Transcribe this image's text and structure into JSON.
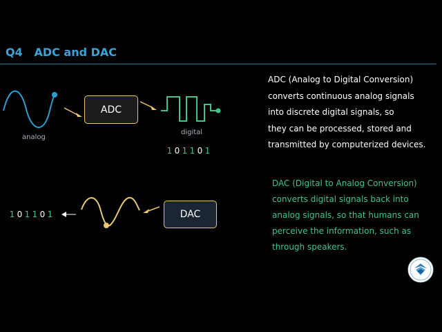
{
  "slide": {
    "title": "Q4   ADC and DAC",
    "colors": {
      "accent": "#3ba3d8",
      "box_border": "#e9c874",
      "green": "#3dc78a",
      "analog_wave": "#2e9fd3",
      "dac_wave": "#e9c874"
    }
  },
  "adc_diagram": {
    "box_label": "ADC",
    "analog_label": "analog",
    "digital_label": "digital",
    "bits": [
      "1",
      "0",
      "1",
      "1",
      "0",
      "1"
    ]
  },
  "dac_diagram": {
    "box_label": "DAC",
    "bits": [
      "1",
      "0",
      "1",
      "1",
      "0",
      "1"
    ]
  },
  "adc_text": [
    "ADC (Analog to Digital Conversion)",
    "converts continuous analog signals",
    "into discrete digital signals, so",
    "they can be processed, stored and",
    "transmitted by computerized devices."
  ],
  "dac_text": [
    "DAC (Digital to Analog Conversion)",
    "converts digital signals back into",
    "analog signals, so that humans can",
    "perceive the information, such as",
    "through speakers."
  ],
  "logo": {
    "icon": "university-emblem-icon"
  }
}
